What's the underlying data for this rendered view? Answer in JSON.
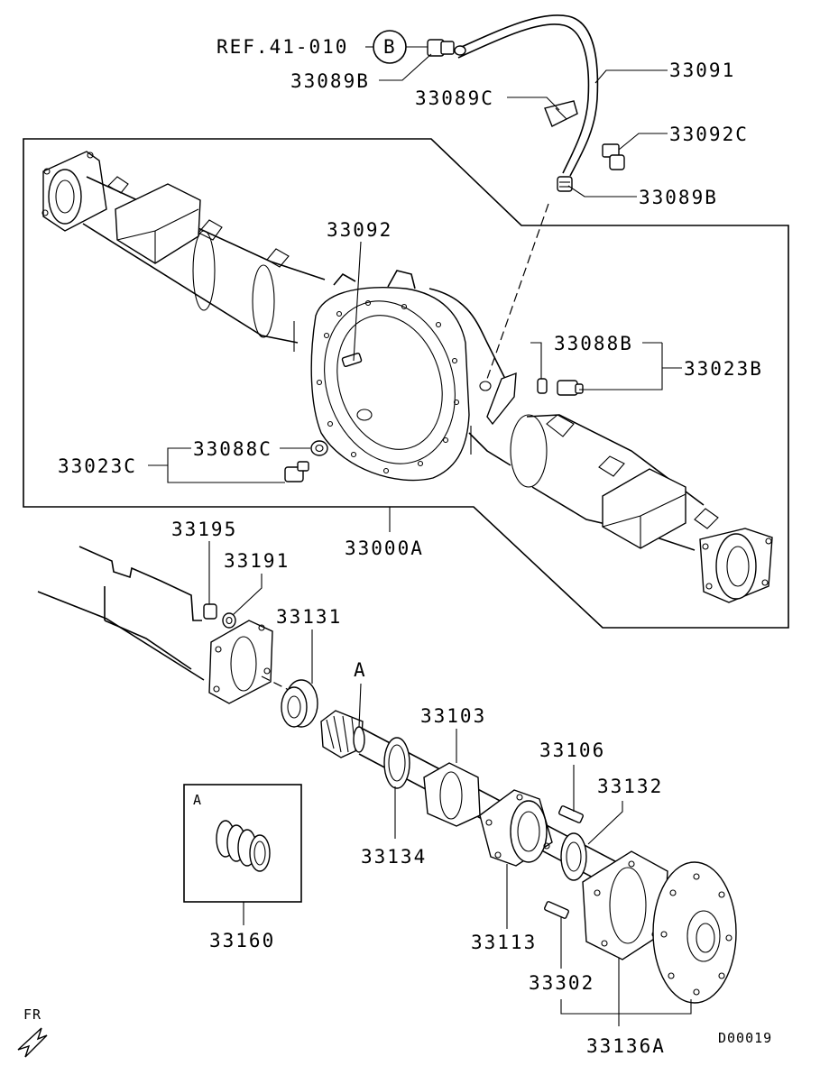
{
  "labels": {
    "ref": "REF.41-010",
    "ref_circle": "B",
    "p33089B_top": "33089B",
    "p33091": "33091",
    "p33089C": "33089C",
    "p33092C": "33092C",
    "p33089B_mid": "33089B",
    "p33092": "33092",
    "p33088B": "33088B",
    "p33023B": "33023B",
    "p33088C": "33088C",
    "p33023C": "33023C",
    "p33000A": "33000A",
    "p33195": "33195",
    "p33191": "33191",
    "p33131": "33131",
    "callout_A": "A",
    "p33103": "33103",
    "p33106": "33106",
    "p33132": "33132",
    "inset_A": "A",
    "p33134": "33134",
    "p33113": "33113",
    "p33160": "33160",
    "p33302": "33302",
    "p33136A": "33136A",
    "fr": "FR",
    "code": "D00019"
  }
}
